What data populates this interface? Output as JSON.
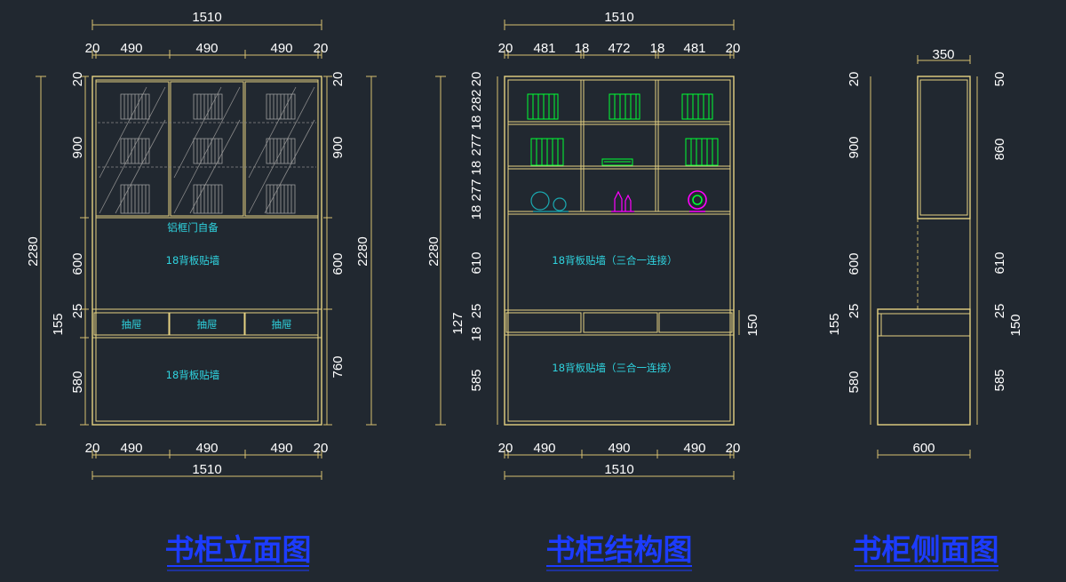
{
  "elevation": {
    "title": "书柜立面图",
    "top_total": "1510",
    "top_parts": [
      "20",
      "490",
      "490",
      "490",
      "20"
    ],
    "bottom_parts": [
      "20",
      "490",
      "490",
      "490",
      "20"
    ],
    "bottom_total": "1510",
    "left_dims": [
      "20",
      "900",
      "600",
      "25",
      "155",
      "580"
    ],
    "left_total": "2280",
    "right_dims": [
      "20",
      "900",
      "600",
      "760"
    ],
    "right_total": "2280",
    "note_door": "铝框门自备",
    "note_back_upper": "18背板贴墙",
    "drawer_labels": [
      "抽屉",
      "抽屉",
      "抽屉"
    ],
    "note_back_lower": "18背板贴墙"
  },
  "structure": {
    "title": "书柜结构图",
    "top_total": "1510",
    "top_parts": [
      "20",
      "481",
      "18",
      "472",
      "18",
      "481",
      "20"
    ],
    "bottom_parts": [
      "20",
      "490",
      "490",
      "490",
      "20"
    ],
    "bottom_total": "1510",
    "left_dims": [
      "20",
      "282",
      "18",
      "277",
      "18",
      "277",
      "18",
      "610",
      "25",
      "127",
      "18",
      "585"
    ],
    "left_total": "2280",
    "right_dims": [
      "150"
    ],
    "note_back_upper": "18背板贴墙（三合一连接）",
    "note_back_lower": "18背板贴墙（三合一连接）"
  },
  "side": {
    "title": "书柜侧面图",
    "top_dim": "350",
    "bottom_dim": "600",
    "left_dims": [
      "20",
      "900",
      "600",
      "25",
      "155",
      "580"
    ],
    "right_dims": [
      "50",
      "860",
      "610",
      "25",
      "150",
      "585"
    ]
  },
  "colors": {
    "background": "#212830",
    "object": "#e6d282",
    "text": "#ffffff",
    "note": "#2fd4e0",
    "title": "#1c3cff",
    "books": "#00ff33",
    "deco": "#ff00ff"
  }
}
